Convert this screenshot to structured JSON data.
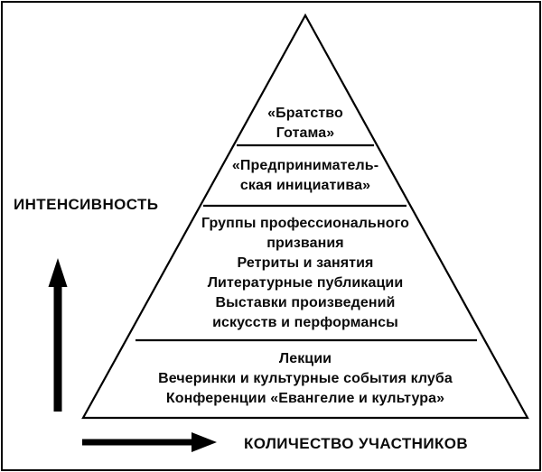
{
  "diagram": {
    "axes": {
      "intensity_label": "ИНТЕНСИВНОСТЬ",
      "participants_label": "КОЛИЧЕСТВО УЧАСТНИКОВ"
    },
    "pyramid_levels": [
      {
        "id": "top",
        "text": "«Братство\nГотама»"
      },
      {
        "id": "second",
        "text": "«Предприниматель-\nская инициатива»"
      },
      {
        "id": "third",
        "text": "Группы профессионального\nпризвания\nРетриты и занятия\nЛитературные публикации\nВыставки произведений\nискусств и перформансы"
      },
      {
        "id": "base",
        "text": "Лекции\nВечеринки и культурные события клуба\nКонференции «Евангелие и культура»"
      }
    ],
    "colors": {
      "ink": "#0b0b0b",
      "background": "#ffffff"
    }
  }
}
